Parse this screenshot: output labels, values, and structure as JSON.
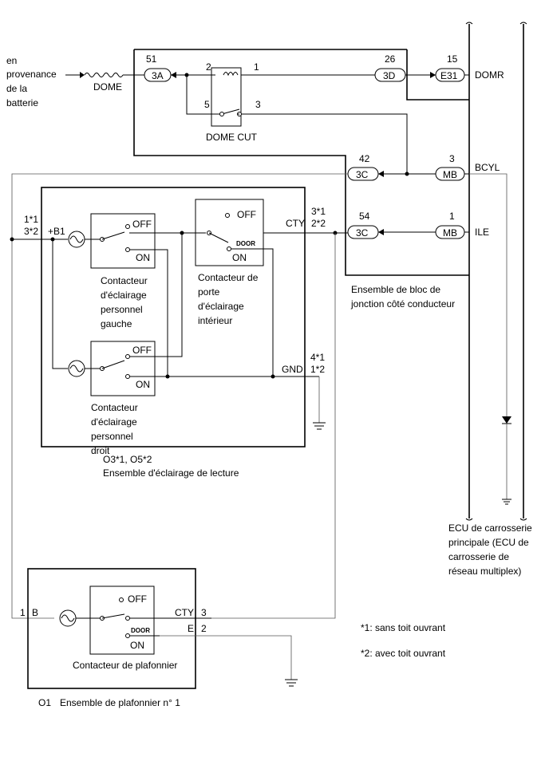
{
  "source": {
    "line1": "en",
    "line2": "provenance",
    "line3": "de la",
    "line4": "batterie"
  },
  "fuse_dome": "DOME",
  "relay": {
    "label": "DOME CUT",
    "pin2": "2",
    "pin1": "1",
    "pin5": "5",
    "pin3": "3"
  },
  "connectors": {
    "c51": {
      "num": "51",
      "id": "3A"
    },
    "c26": {
      "num": "26",
      "id": "3D"
    },
    "c15": {
      "num": "15",
      "id": "E31"
    },
    "c42": {
      "num": "42",
      "id": "3C"
    },
    "c54": {
      "num": "54",
      "id": "3C"
    },
    "cmb3": {
      "num": "3",
      "id": "MB"
    },
    "cmb1": {
      "num": "1",
      "id": "MB"
    }
  },
  "signals": {
    "domr": "DOMR",
    "bcyl": "BCYL",
    "ile": "ILE"
  },
  "junction_block": {
    "line1": "Ensemble de bloc de",
    "line2": "jonction côté conducteur"
  },
  "ecu": {
    "line1": "ECU de carrosserie",
    "line2": "principale (ECU de",
    "line3": "carrosserie de",
    "line4": "réseau multiplex)"
  },
  "reading_light": {
    "pin_b1_1": "1*1",
    "pin_b1_2": "3*2",
    "b1": "+B1",
    "cty": "CTY",
    "cty_1": "3*1",
    "cty_2": "2*2",
    "gnd": "GND",
    "gnd_1": "4*1",
    "gnd_2": "1*2",
    "id": "O3*1, O5*2",
    "title": "Ensemble d'éclairage de lecture",
    "left_switch": {
      "l1": "Contacteur",
      "l2": "d'éclairage",
      "l3": "personnel",
      "l4": "gauche"
    },
    "right_switch": {
      "l1": "Contacteur",
      "l2": "d'éclairage",
      "l3": "personnel",
      "l4": "droit"
    },
    "door_switch": {
      "l1": "Contacteur de",
      "l2": "porte",
      "l3": "d'éclairage",
      "l4": "intérieur"
    }
  },
  "switch_positions": {
    "off": "OFF",
    "on": "ON",
    "door": "DOOR"
  },
  "dome_light": {
    "pin1": "1",
    "b": "B",
    "cty": "CTY",
    "pin3": "3",
    "e": "E",
    "pin2": "2",
    "switch": "Contacteur de plafonnier",
    "id": "O1",
    "title": "Ensemble de plafonnier n° 1"
  },
  "notes": {
    "n1": "*1: sans toit ouvrant",
    "n2": "*2: avec toit ouvrant"
  }
}
